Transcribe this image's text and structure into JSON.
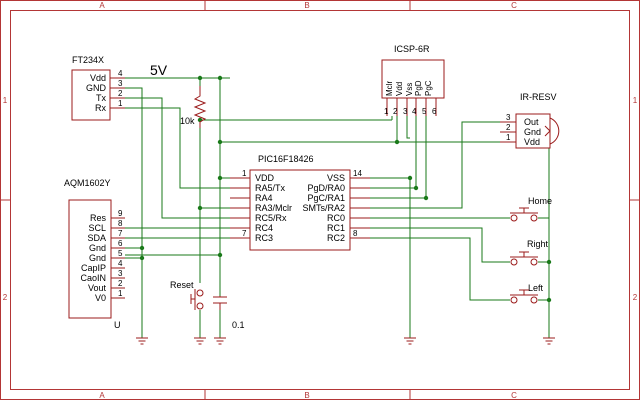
{
  "frame": {
    "cols": [
      "A",
      "B",
      "C"
    ],
    "rows": [
      "1",
      "2"
    ]
  },
  "ft234x": {
    "title": "FT234X",
    "pins": [
      {
        "name": "Vdd",
        "num": "4"
      },
      {
        "name": "GND",
        "num": "3"
      },
      {
        "name": "Tx",
        "num": "2"
      },
      {
        "name": "Rx",
        "num": "1"
      }
    ]
  },
  "supply_label": "5V",
  "resistor_label": "10k",
  "icsp": {
    "title": "ICSP-6R",
    "pins": [
      "Mclr",
      "Vdd",
      "Vss",
      "PgD",
      "PgC",
      ""
    ],
    "nums": [
      "1",
      "2",
      "3",
      "4",
      "5",
      "6"
    ]
  },
  "ir": {
    "title": "IR-RESV",
    "pins": [
      {
        "name": "Out",
        "num": "3"
      },
      {
        "name": "Gnd",
        "num": "2"
      },
      {
        "name": "Vdd",
        "num": "1"
      }
    ]
  },
  "pic": {
    "title": "PIC16F18426",
    "left_pins": [
      {
        "name": "VDD",
        "num": "1"
      },
      {
        "name": "RA5/Tx",
        "num": ""
      },
      {
        "name": "RA4",
        "num": ""
      },
      {
        "name": "RA3/Mclr",
        "num": ""
      },
      {
        "name": "RC5/Rx",
        "num": ""
      },
      {
        "name": "RC4",
        "num": "7"
      },
      {
        "name": "RC3",
        "num": ""
      }
    ],
    "right_pins": [
      {
        "name": "VSS",
        "num": "14"
      },
      {
        "name": "PgD/RA0",
        "num": ""
      },
      {
        "name": "PgC/RA1",
        "num": ""
      },
      {
        "name": "SMTs/RA2",
        "num": ""
      },
      {
        "name": "RC0",
        "num": ""
      },
      {
        "name": "RC1",
        "num": ""
      },
      {
        "name": "RC2",
        "num": "8"
      }
    ]
  },
  "lcd": {
    "title": "AQM1602Y",
    "suffix": "U",
    "pins": [
      {
        "name": "Res",
        "num": "9"
      },
      {
        "name": "SCL",
        "num": "8"
      },
      {
        "name": "SDA",
        "num": "7"
      },
      {
        "name": "Gnd",
        "num": "6"
      },
      {
        "name": "Gnd",
        "num": "5"
      },
      {
        "name": "CapIP",
        "num": "4"
      },
      {
        "name": "CaoIN",
        "num": "3"
      },
      {
        "name": "Vout",
        "num": "2"
      },
      {
        "name": "V0",
        "num": "1"
      }
    ]
  },
  "buttons": {
    "home": "Home",
    "right": "Right",
    "left": "Left",
    "reset": "Reset"
  },
  "capacitor_label": "0.1"
}
